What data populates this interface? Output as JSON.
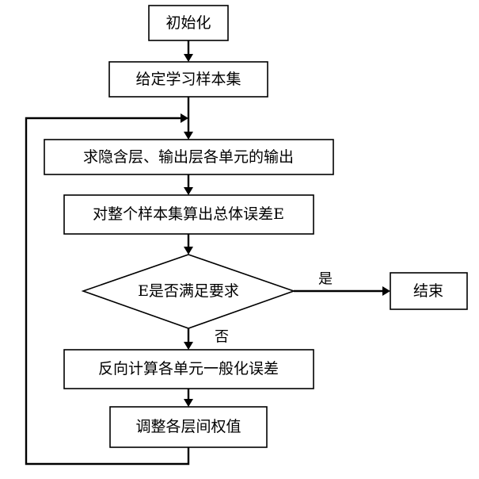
{
  "diagram": {
    "nodes": {
      "init": "初始化",
      "give_samples": "给定学习样本集",
      "compute_outputs": "求隐含层、输出层各单元的输出",
      "total_error": "对整个样本集算出总体误差E",
      "check_error": "E是否满足要求",
      "end": "结束",
      "backprop": "反向计算各单元一般化误差",
      "adjust_weights": "调整各层间权值"
    },
    "edge_labels": {
      "yes": "是",
      "no": "否"
    }
  }
}
